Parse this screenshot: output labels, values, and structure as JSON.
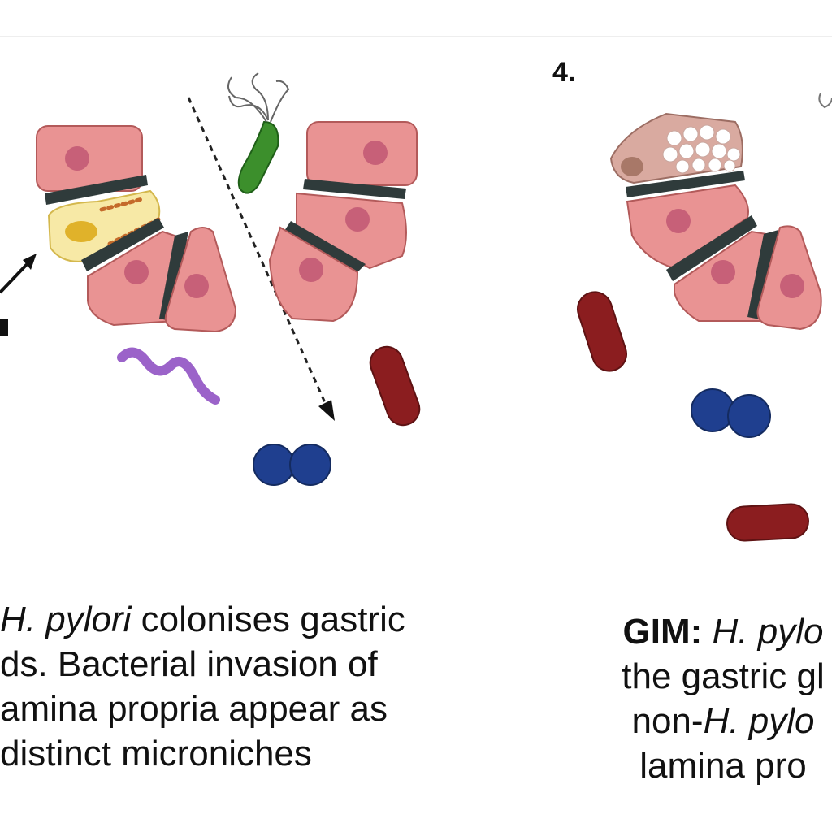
{
  "panel_number": "4.",
  "caption_left": {
    "line1_italic": "H. pylori",
    "line1_rest": " colonises gastric",
    "line2": "ds. Bacterial invasion of",
    "line3": "amina propria appear as",
    "line4": "distinct microniches"
  },
  "caption_right": {
    "line1_bold": "GIM:",
    "line1_italic": " H. pylo",
    "line2": "the gastric gl",
    "line3_prefix": "non-",
    "line3_italic": "H. pylo",
    "line4": "lamina pro"
  },
  "colors": {
    "cell": "#e99393",
    "cell_edge": "#b35a5a",
    "nucleus": "#c76078",
    "junction": "#2f3b3b",
    "hpylori": "#3c8f2c",
    "spiral": "#9b63c9",
    "rod": "#8b1d1f",
    "coccus": "#1f3f8f",
    "yellow_cell": "#f7e9a6",
    "goblet": "#d9aaa0"
  }
}
